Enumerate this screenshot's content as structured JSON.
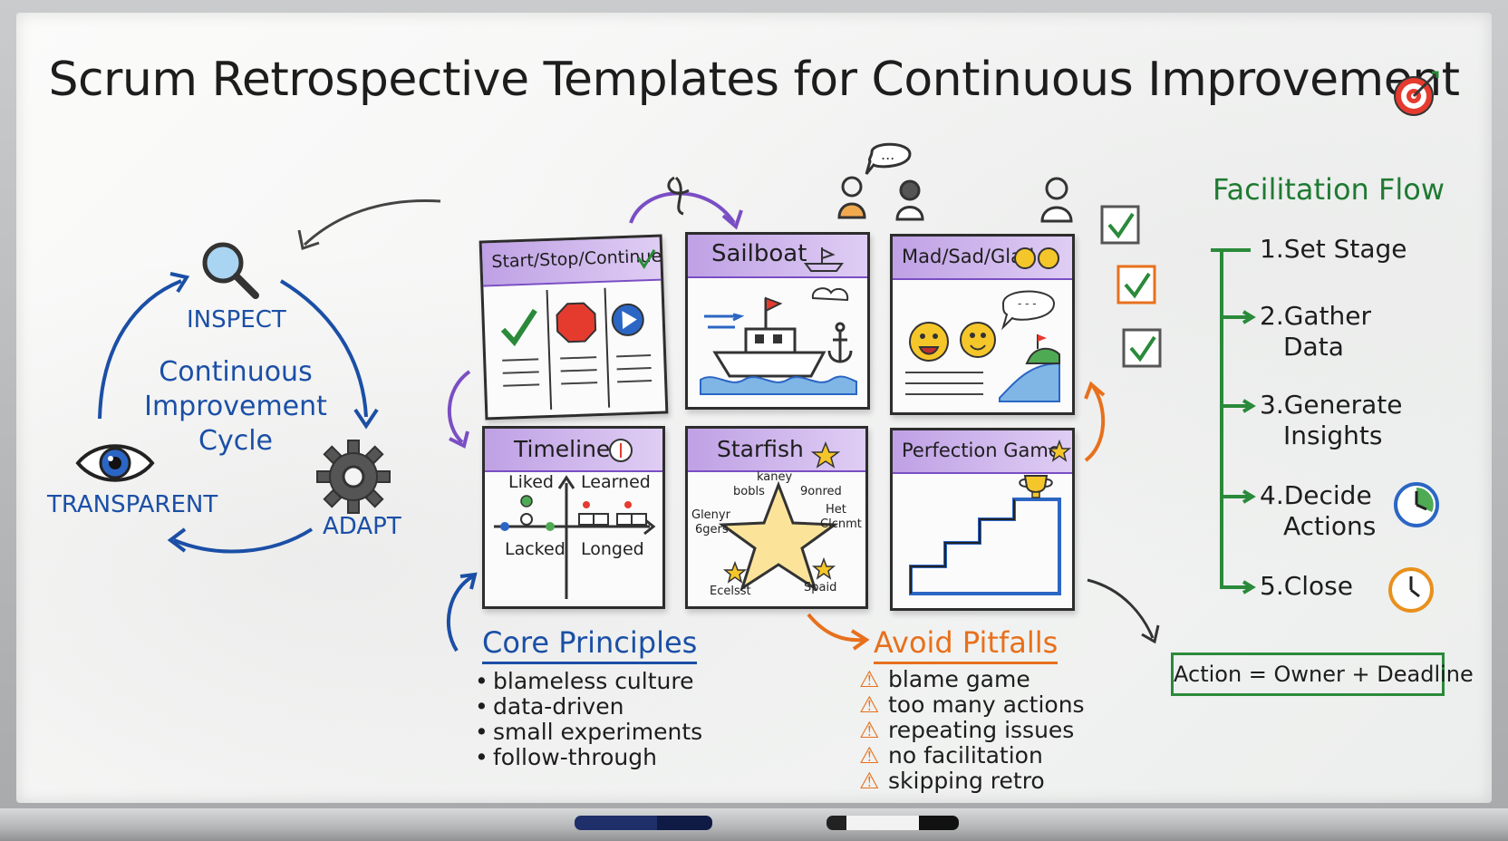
{
  "title": "Scrum Retrospective Templates for Continuous Improvement",
  "cycle": {
    "center": [
      "Continuous",
      "Improvement",
      "Cycle"
    ],
    "inspect": "INSPECT",
    "adapt": "ADAPT",
    "transparent": "TRANSPARENT"
  },
  "templates": {
    "start_stop_continue": "Start/Stop/Continue",
    "sailboat": "Sailboat",
    "mad_sad_glad": "Mad/Sad/Glad",
    "timeline": {
      "title": "Timeline",
      "liked": "Liked",
      "learned": "Learned",
      "lacked": "Lacked",
      "longed": "Longed"
    },
    "starfish": {
      "title": "Starfish",
      "labels": [
        "kaney",
        "bobls",
        "9onred",
        "Glenyr",
        "6gers",
        "Het",
        "Clcnmt",
        "Ecelsst",
        "Spaid"
      ]
    },
    "perfection_game": "Perfection Game"
  },
  "facilitation": {
    "title": "Facilitation Flow",
    "steps": [
      [
        "1.Set Stage"
      ],
      [
        "2.Gather",
        "Data"
      ],
      [
        "3.Generate",
        "Insights"
      ],
      [
        "4.Decide",
        "Actions"
      ],
      [
        "5.Close"
      ]
    ],
    "action_formula": "Action = Owner + Deadline"
  },
  "core_principles": {
    "title": "Core Principles",
    "items": [
      "blameless culture",
      "data-driven",
      "small experiments",
      "follow-through"
    ]
  },
  "pitfalls": {
    "title": "Avoid Pitfalls",
    "items": [
      "blame game",
      "too many actions",
      "repeating issues",
      "no facilitation",
      "skipping retro"
    ]
  },
  "colors": {
    "blue": "#1b4fa6",
    "purple": "#7a4ec4",
    "green": "#1f7a32",
    "orange": "#e8701c",
    "ink": "#1d1d1d"
  }
}
